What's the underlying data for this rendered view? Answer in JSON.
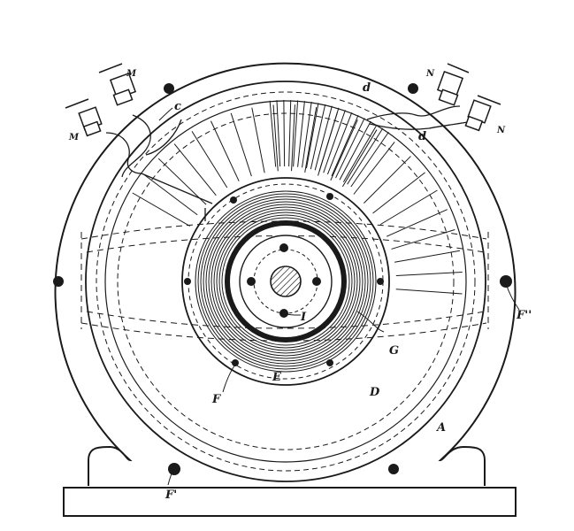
{
  "drawing": {
    "ink_color": "#1a1a1a",
    "paper_color": "#ffffff",
    "labels": {
      "A": "A",
      "D": "D",
      "E": "E",
      "F": "F",
      "F_prime": "F'",
      "F_double_prime": "F''",
      "G": "G",
      "I": "I",
      "c": "c",
      "d_top": "d",
      "d_side": "d",
      "M_top": "M",
      "M_side": "M",
      "N_top": "N",
      "N_side": "N"
    }
  }
}
